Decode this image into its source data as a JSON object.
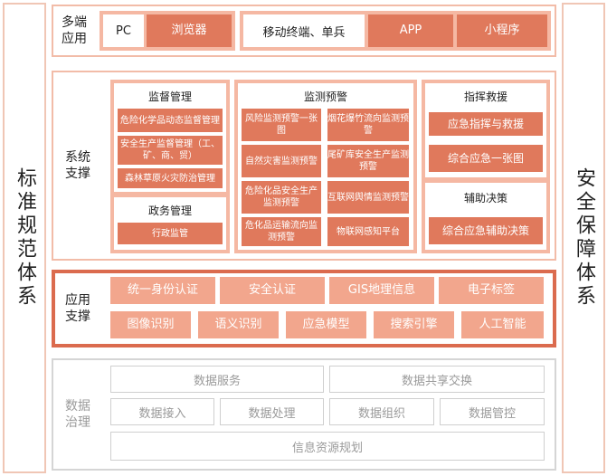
{
  "left_side": "标准规范体系",
  "right_side": "安全保障体系",
  "multi_terminal": {
    "label": "多端应用",
    "pc": "PC",
    "browser": "浏览器",
    "mobile": "移动终端、单兵",
    "app": "APP",
    "miniprogram": "小程序"
  },
  "system_support": {
    "label": "系统支撑",
    "supervision": {
      "title": "监督管理",
      "items": [
        "危险化学品动态监督管理",
        "安全生产监督管理（工、矿、商、贸）",
        "森林草原火灾防治管理"
      ]
    },
    "government": {
      "title": "政务管理",
      "items": [
        "行政监管"
      ]
    },
    "monitoring": {
      "title": "监测预警",
      "items": [
        "风险监测预警一张图",
        "烟花爆竹流向监测预警",
        "自然灾害监测预警",
        "尾矿库安全生产监测预警",
        "危险化品安全生产监测预警",
        "互联网舆情监测预警",
        "危化品运输流向监测预警",
        "物联网感知平台"
      ]
    },
    "command": {
      "title": "指挥救援",
      "items": [
        "应急指挥与救援",
        "综合应急一张图"
      ]
    },
    "decision": {
      "title": "辅助决策",
      "items": [
        "综合应急辅助决策"
      ]
    }
  },
  "app_support": {
    "label": "应用支撑",
    "row1": [
      "统一身份认证",
      "安全认证",
      "GIS地理信息",
      "电子标签"
    ],
    "row2": [
      "图像识别",
      "语义识别",
      "应急模型",
      "搜索引擎",
      "人工智能"
    ]
  },
  "data_governance": {
    "label": "数据治理",
    "row1": [
      "数据服务",
      "数据共享交换"
    ],
    "row2": [
      "数据接入",
      "数据处理",
      "数据组织",
      "数据管控"
    ],
    "row3": [
      "信息资源规划"
    ]
  }
}
